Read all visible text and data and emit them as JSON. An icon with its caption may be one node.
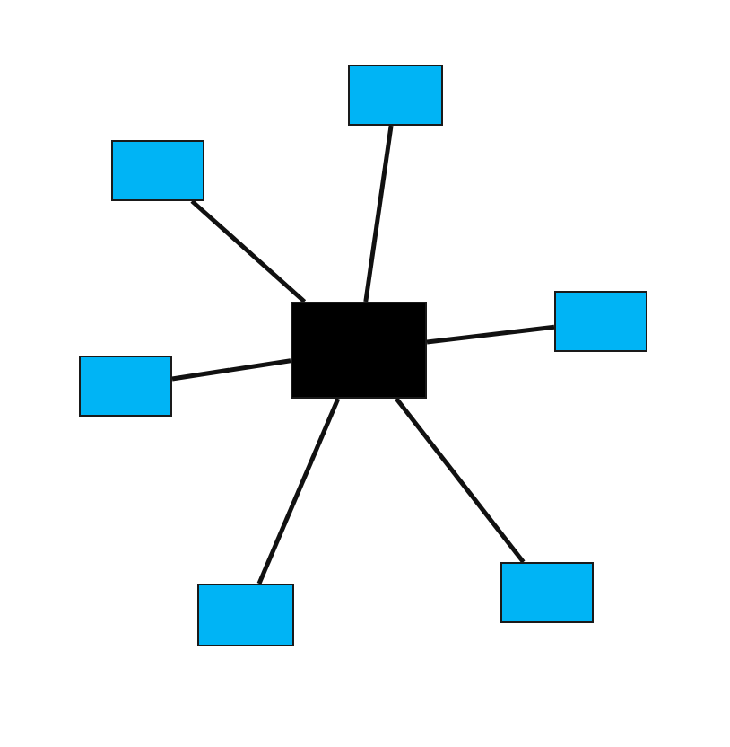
{
  "diagram": {
    "nodes": [
      {
        "text": [],
        "shape": "box"
      },
      {
        "text": [],
        "shape": "box"
      },
      {
        "text": [],
        "shape": "box"
      },
      {
        "text": [],
        "shape": "box"
      },
      {
        "text": [],
        "shape": "box"
      },
      {
        "text": [],
        "shape": "box"
      },
      {
        "text": [],
        "shape": "box"
      }
    ],
    "edges": [
      {
        "from": 3,
        "to": 0,
        "arrow": "none"
      },
      {
        "from": 3,
        "to": 1,
        "arrow": "none"
      },
      {
        "from": 3,
        "to": 2,
        "arrow": "none"
      },
      {
        "from": 3,
        "to": 4,
        "arrow": "none"
      },
      {
        "from": 3,
        "to": 5,
        "arrow": "none"
      },
      {
        "from": 3,
        "to": 6,
        "arrow": "none"
      }
    ]
  }
}
